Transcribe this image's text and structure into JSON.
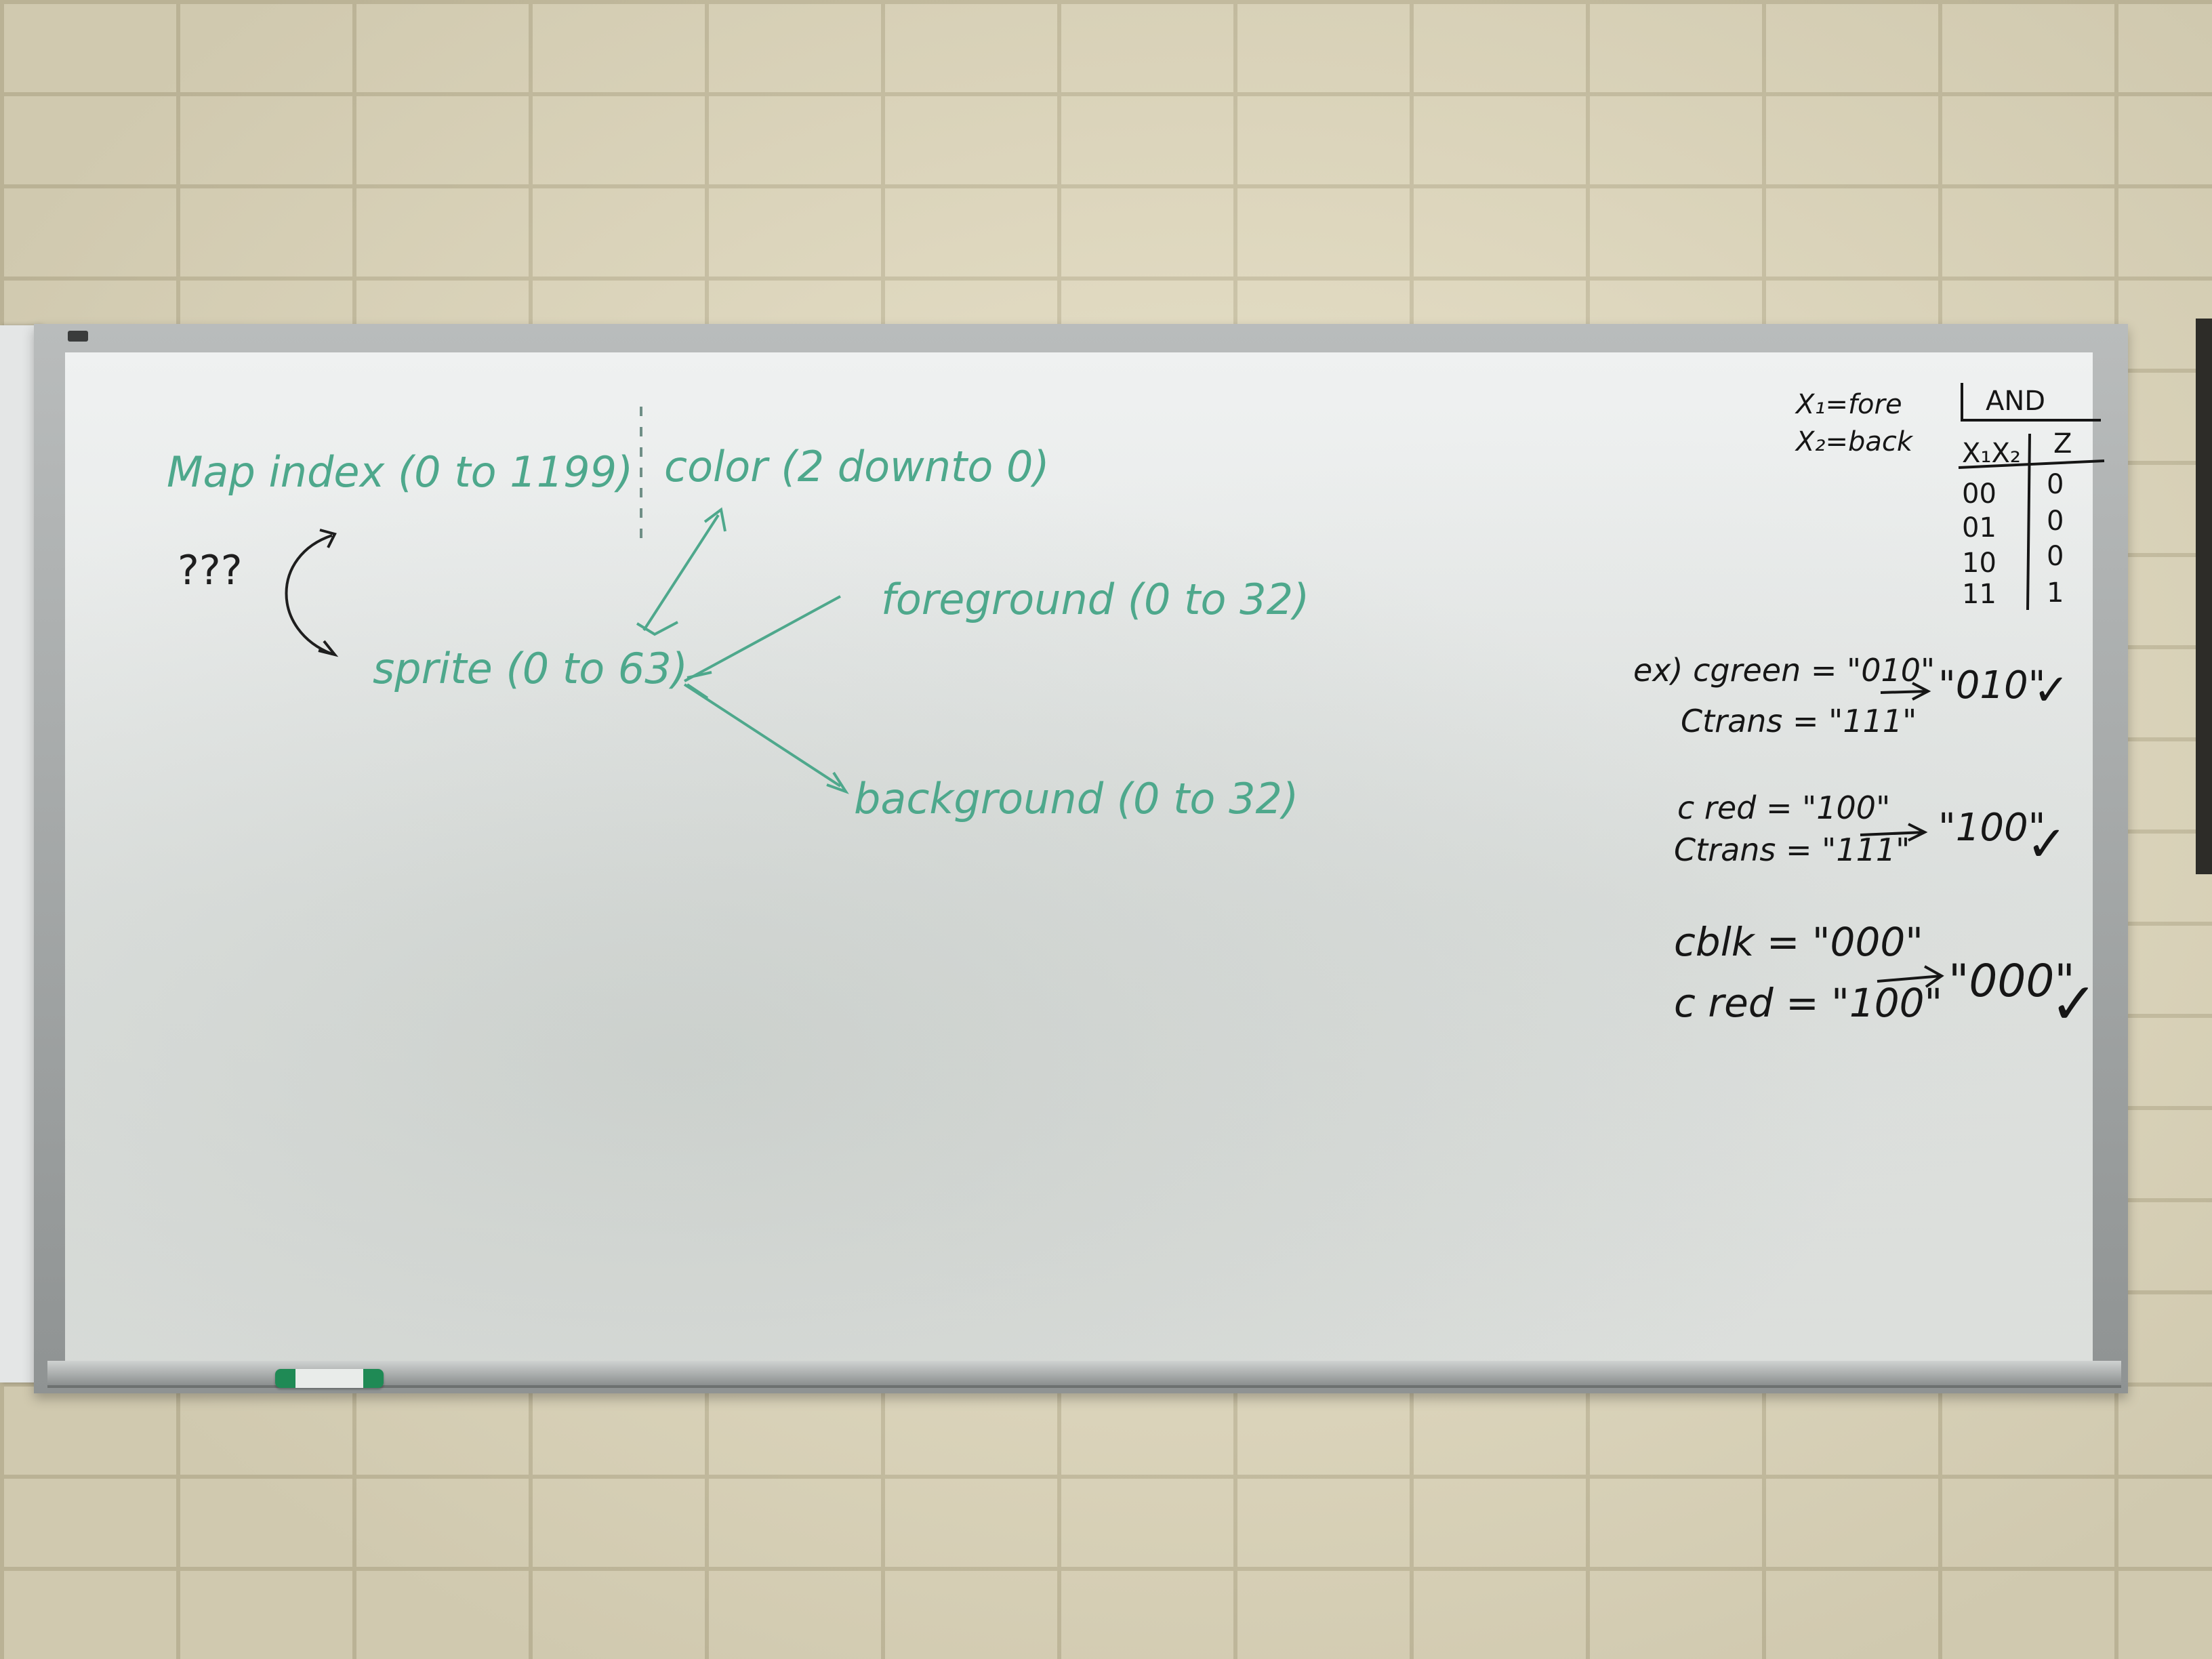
{
  "board": {
    "green_notes": {
      "map_index": "Map index (0 to 1199)",
      "color": "color (2 downto 0)",
      "question": "???",
      "sprite": "sprite (0 to 63)",
      "foreground": "foreground (0 to 32)",
      "background": "background (0 to 32)"
    },
    "black_notes": {
      "legend_line1": "X₁=fore",
      "legend_line2": "X₂=back",
      "table_title": "AND",
      "table_header_inputs": "X₁X₂",
      "table_header_output": "Z",
      "table_rows": [
        {
          "inputs": "00",
          "output": "0"
        },
        {
          "inputs": "01",
          "output": "0"
        },
        {
          "inputs": "10",
          "output": "0"
        },
        {
          "inputs": "11",
          "output": "1"
        }
      ],
      "examples": [
        {
          "line1": "ex) cgreen = \"010\"",
          "line2": "Ctrans = \"111\"",
          "result": "\"010\"",
          "check": "✓"
        },
        {
          "line1": "c red = \"100\"",
          "line2": "Ctrans = \"111\"",
          "result": "\"100\"",
          "check": "✓"
        },
        {
          "line1": "cblk = \"000\"",
          "line2": "c red = \"100\"",
          "result": "\"000\"",
          "check": "✓"
        }
      ]
    }
  },
  "colors": {
    "green_marker": "#4ea88c",
    "black_marker": "#161616"
  }
}
